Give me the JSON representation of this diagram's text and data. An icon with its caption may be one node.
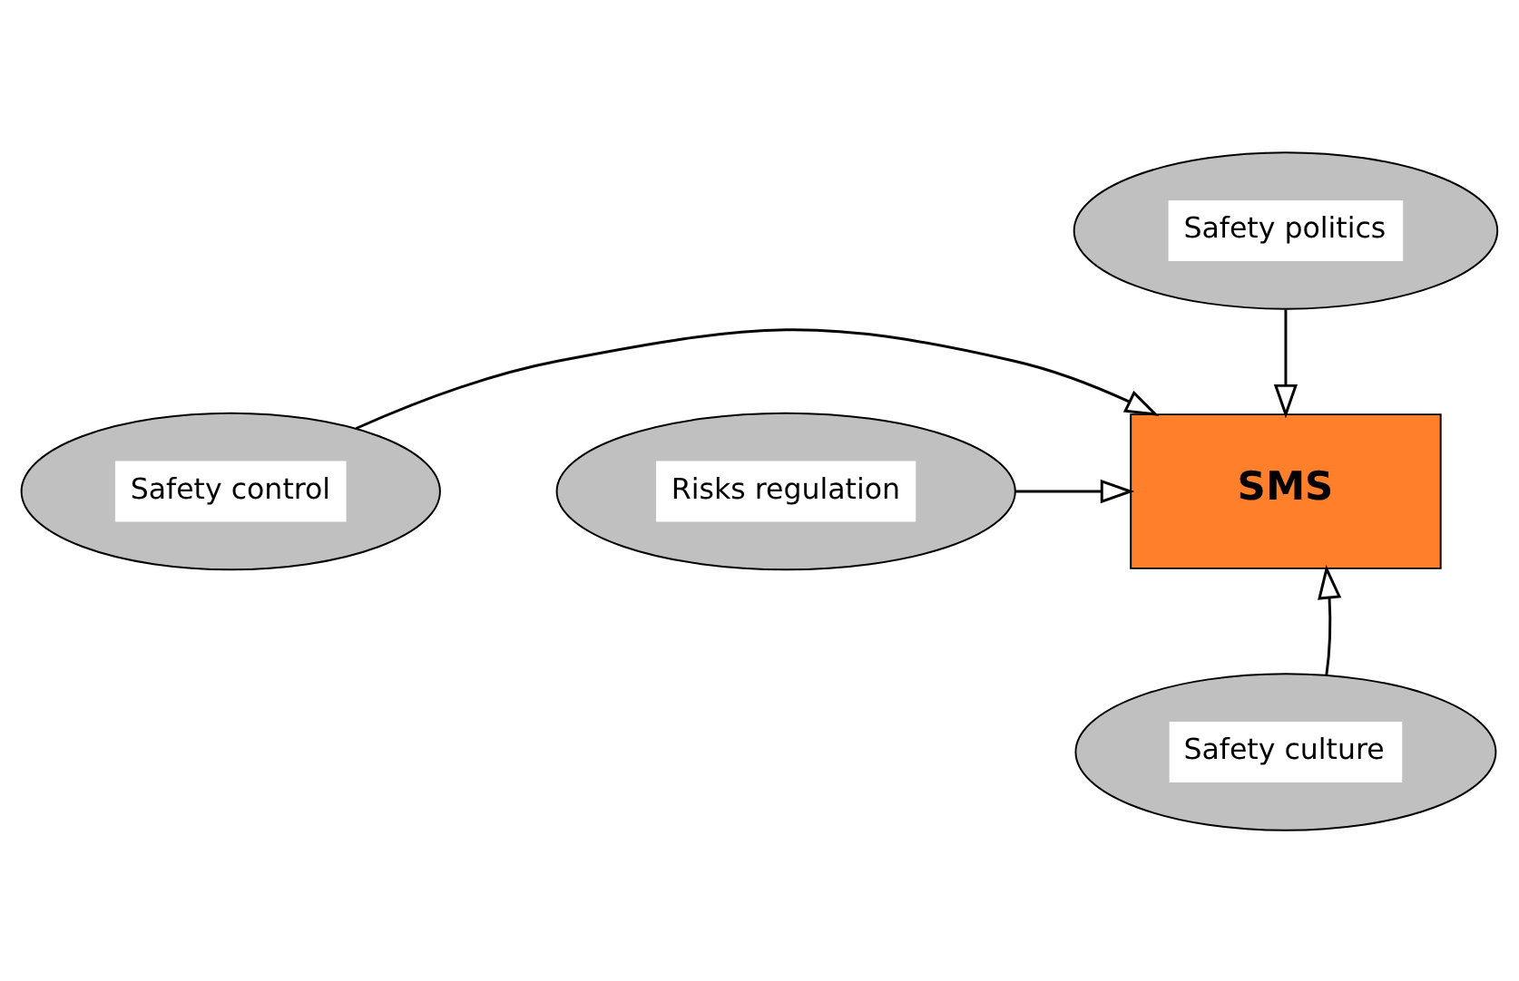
{
  "diagram": {
    "nodes": [
      {
        "text": [
          "Safety politics"
        ]
      },
      {
        "text": [
          "Safety control"
        ]
      },
      {
        "text": [
          "SMS"
        ]
      },
      {
        "text": [
          "Risks regulation"
        ]
      },
      {
        "text": [
          "Safety culture"
        ]
      }
    ],
    "edges": [
      {
        "from": 0,
        "to": 2,
        "arrow": "to"
      },
      {
        "from": 1,
        "to": 2,
        "arrow": "to"
      },
      {
        "from": 3,
        "to": 2,
        "arrow": "to"
      },
      {
        "from": 4,
        "to": 2,
        "arrow": "to"
      }
    ]
  }
}
